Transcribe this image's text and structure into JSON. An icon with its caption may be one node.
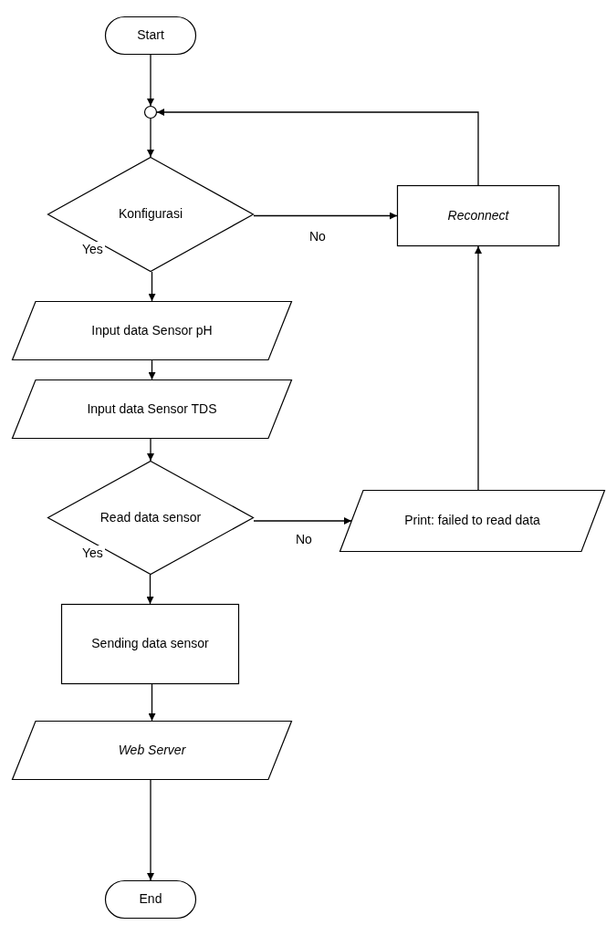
{
  "diagram": {
    "nodes": [
      {
        "text": [
          "Start"
        ]
      },
      {
        "text": [],
        "shape": "circle"
      },
      {
        "text": [
          "Konfigurasi"
        ]
      },
      {
        "text": [
          "Reconnect"
        ]
      },
      {
        "text": [
          "Input data Sensor pH"
        ]
      },
      {
        "text": [
          "Input data Sensor TDS"
        ]
      },
      {
        "text": [
          "Read data sensor"
        ]
      },
      {
        "text": [
          "Print: failed to read data"
        ]
      },
      {
        "text": [
          "Sending data sensor"
        ]
      },
      {
        "text": [
          "Web Server"
        ]
      },
      {
        "text": [
          "End"
        ]
      }
    ],
    "edges": [
      {
        "from": 0,
        "to": 1,
        "arrow": "to"
      },
      {
        "from": 1,
        "to": 2,
        "arrow": "to"
      },
      {
        "from": 2,
        "to": 3,
        "arrow": "to",
        "label": "No"
      },
      {
        "from": 2,
        "to": 4,
        "arrow": "to",
        "label": "Yes"
      },
      {
        "from": 4,
        "to": 5,
        "arrow": "to"
      },
      {
        "from": 5,
        "to": 6,
        "arrow": "to"
      },
      {
        "from": 6,
        "to": 7,
        "arrow": "to",
        "label": "No"
      },
      {
        "from": 6,
        "to": 8,
        "arrow": "to",
        "label": "Yes"
      },
      {
        "from": 7,
        "to": 3,
        "arrow": "to"
      },
      {
        "from": 3,
        "to": 1,
        "arrow": "to"
      },
      {
        "from": 8,
        "to": 9,
        "arrow": "to"
      },
      {
        "from": 9,
        "to": 10,
        "arrow": "to"
      }
    ]
  }
}
